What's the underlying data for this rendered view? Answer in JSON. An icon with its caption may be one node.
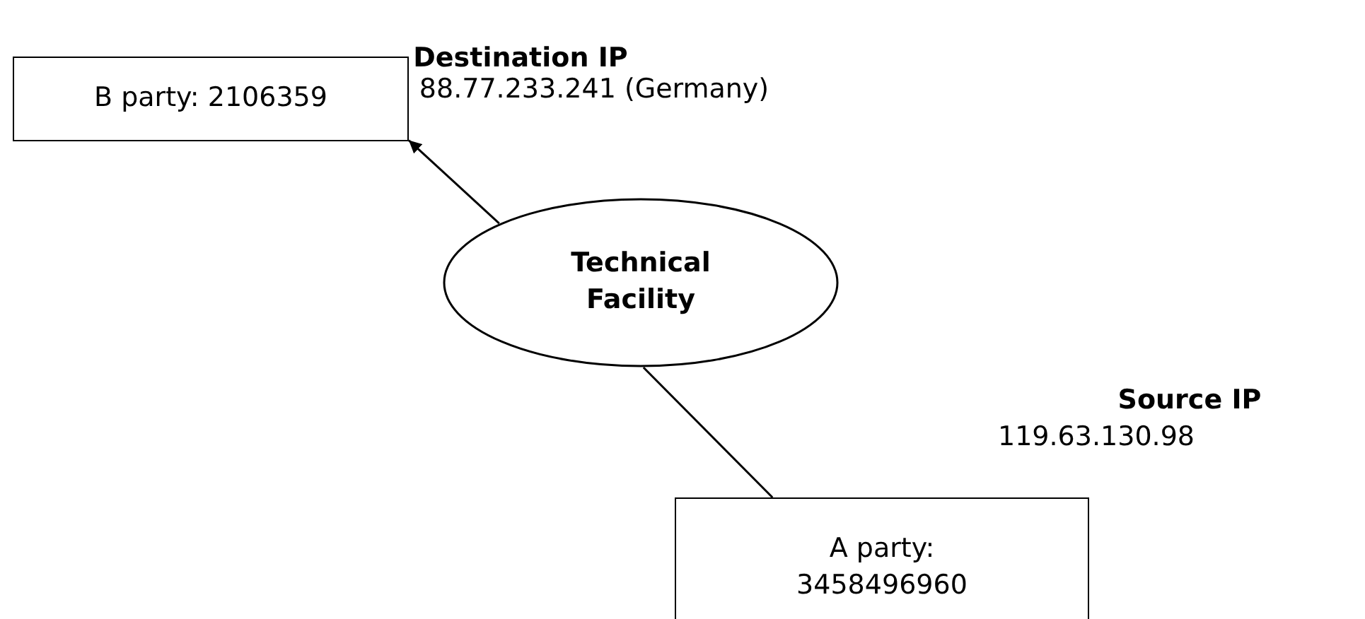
{
  "diagram": {
    "nodes": [
      {
        "text": [
          "B party: 2106359"
        ]
      },
      {
        "text": [
          "Technical Facility"
        ]
      },
      {
        "text": [
          "A party: 3458496960"
        ]
      }
    ],
    "edges": [
      {
        "from": 1,
        "to": 0,
        "arrow": "to"
      },
      {
        "from": 2,
        "to": 1,
        "arrow": "none"
      }
    ],
    "labels": [
      "Destination IP",
      "88.77.233.241 (Germany)",
      "Source IP",
      "119.63.130.98"
    ]
  }
}
